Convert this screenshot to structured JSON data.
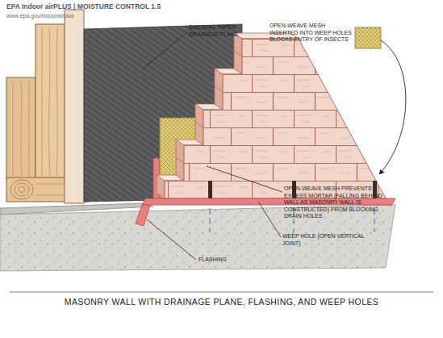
{
  "diagram": {
    "title": "EPA Indoor airPLUS | MOISTURE CONTROL 1.5",
    "caption": "MASONRY WALL WITH DRAINAGE PLANE, FLASHING, AND WEEP HOLES",
    "labels": [
      "www.epa.gov/indoorairplus",
      "BUILDING PAPER DRAINAGE PLANE",
      "OPEN-WEAVE MESH INSERTED INTO WEEP HOLES BLOCKS ENTRY OF INSECTS",
      "OPEN-WEAVE MESH PREVENTS EXCESS MORTAR (FALLING BEHIND WALL AS MASONRY WALL IS CONSTRUCTED) FROM BLOCKING DRAIN HOLES",
      "WEEP HOLE (OPEN VERTICAL JOINT)",
      "FLASHING"
    ]
  }
}
